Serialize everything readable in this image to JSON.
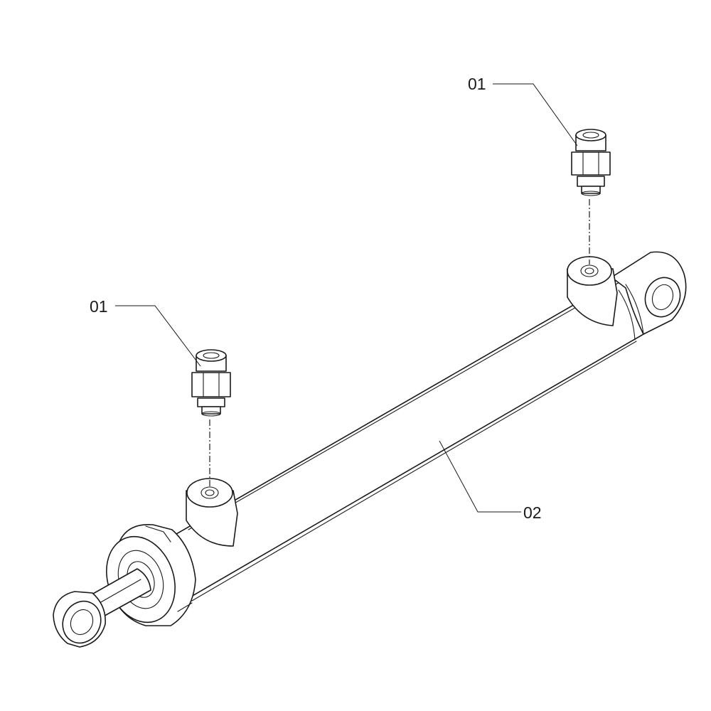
{
  "callouts": {
    "fitting_top": "01",
    "fitting_left": "01",
    "cylinder_body": "02"
  },
  "parts": [
    {
      "id": "01",
      "name_icon": "hydraulic-fitting-icon",
      "count": 2
    },
    {
      "id": "02",
      "name_icon": "hydraulic-cylinder-icon",
      "count": 1
    }
  ]
}
